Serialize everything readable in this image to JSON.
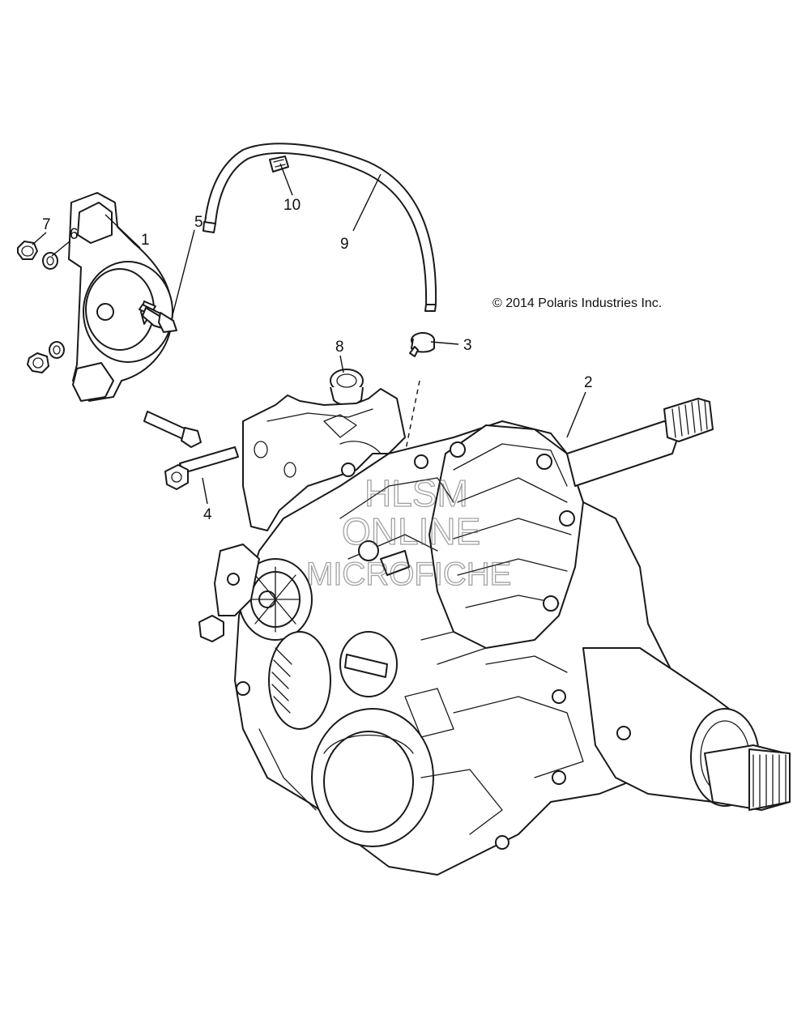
{
  "copyright": "© 2014 Polaris Industries Inc.",
  "watermark": [
    "HLSM",
    "ONLINE",
    "MICROFICHE"
  ],
  "callouts": [
    "1",
    "2",
    "3",
    "4",
    "5",
    "6",
    "7",
    "8",
    "9",
    "10"
  ]
}
